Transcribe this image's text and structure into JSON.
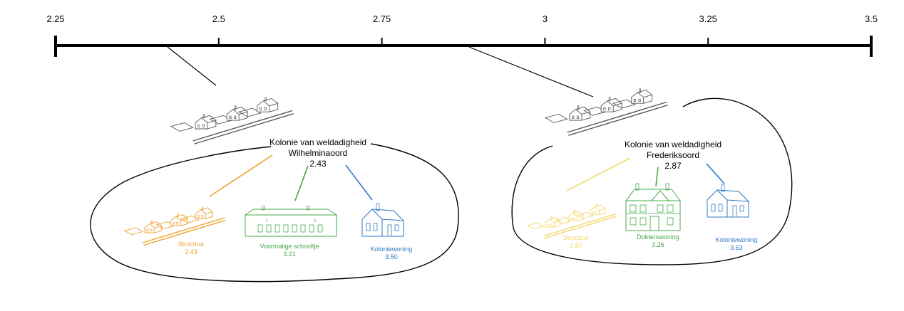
{
  "timeline": {
    "ticks": [
      {
        "label": "2.25",
        "value": 2.25
      },
      {
        "label": "2.5",
        "value": 2.5
      },
      {
        "label": "2.75",
        "value": 2.75
      },
      {
        "label": "3",
        "value": 3
      },
      {
        "label": "3.25",
        "value": 3.25
      },
      {
        "label": "3.5",
        "value": 3.5
      }
    ]
  },
  "colors": {
    "structuur": "#f0a02c",
    "structuur_light": "#f2d86a",
    "green": "#44a84a",
    "blue": "#2f78c4",
    "black": "#000000",
    "gray": "#777777"
  },
  "colonies": [
    {
      "title_line1": "Kolonie van weldadigheid",
      "title_line2": "Wilhelminaoord",
      "score": "2.43",
      "score_value": 2.43,
      "items": [
        {
          "name": "Structuur",
          "score": "2.43",
          "color": "#f0a02c",
          "icon": "village-structure-icon"
        },
        {
          "name": "Voormalige schooltje",
          "score": "3.21",
          "color": "#44a84a",
          "icon": "school-building-icon"
        },
        {
          "name": "Koloniewoning",
          "score": "3.50",
          "color": "#2f78c4",
          "icon": "colony-house-icon"
        }
      ]
    },
    {
      "title_line1": "Kolonie van weldadigheid",
      "title_line2": "Frederiksoord",
      "score": "2.87",
      "score_value": 2.87,
      "items": [
        {
          "name": "Structuur",
          "score": "2.87",
          "color": "#f2d86a",
          "icon": "village-structure-icon"
        },
        {
          "name": "Dokterswoning",
          "score": "3.26",
          "color": "#44a84a",
          "icon": "doctor-house-icon"
        },
        {
          "name": "Koloniewoning",
          "score": "3.63",
          "color": "#2f78c4",
          "icon": "colony-house-icon"
        }
      ]
    }
  ]
}
